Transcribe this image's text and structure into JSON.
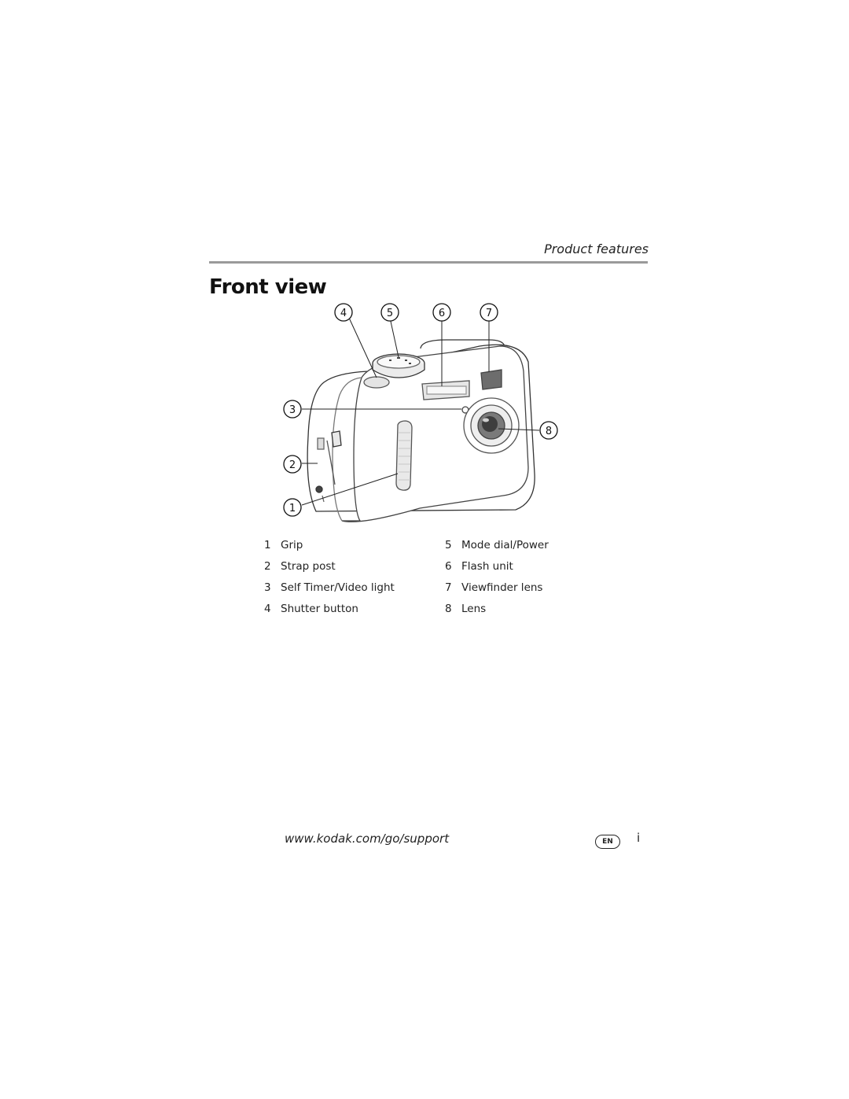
{
  "header": {
    "section_title": "Product features"
  },
  "page_title": "Front view",
  "callouts": [
    "1",
    "2",
    "3",
    "4",
    "5",
    "6",
    "7",
    "8"
  ],
  "legend": {
    "col1": [
      {
        "num": "1",
        "label": "Grip"
      },
      {
        "num": "2",
        "label": "Strap post"
      },
      {
        "num": "3",
        "label": "Self Timer/Video light"
      },
      {
        "num": "4",
        "label": "Shutter button"
      }
    ],
    "col2": [
      {
        "num": "5",
        "label": "Mode dial/Power"
      },
      {
        "num": "6",
        "label": "Flash unit"
      },
      {
        "num": "7",
        "label": "Viewfinder lens"
      },
      {
        "num": "8",
        "label": "Lens"
      }
    ]
  },
  "footer": {
    "url": "www.kodak.com/go/support",
    "lang": "EN",
    "page_number": "i"
  }
}
